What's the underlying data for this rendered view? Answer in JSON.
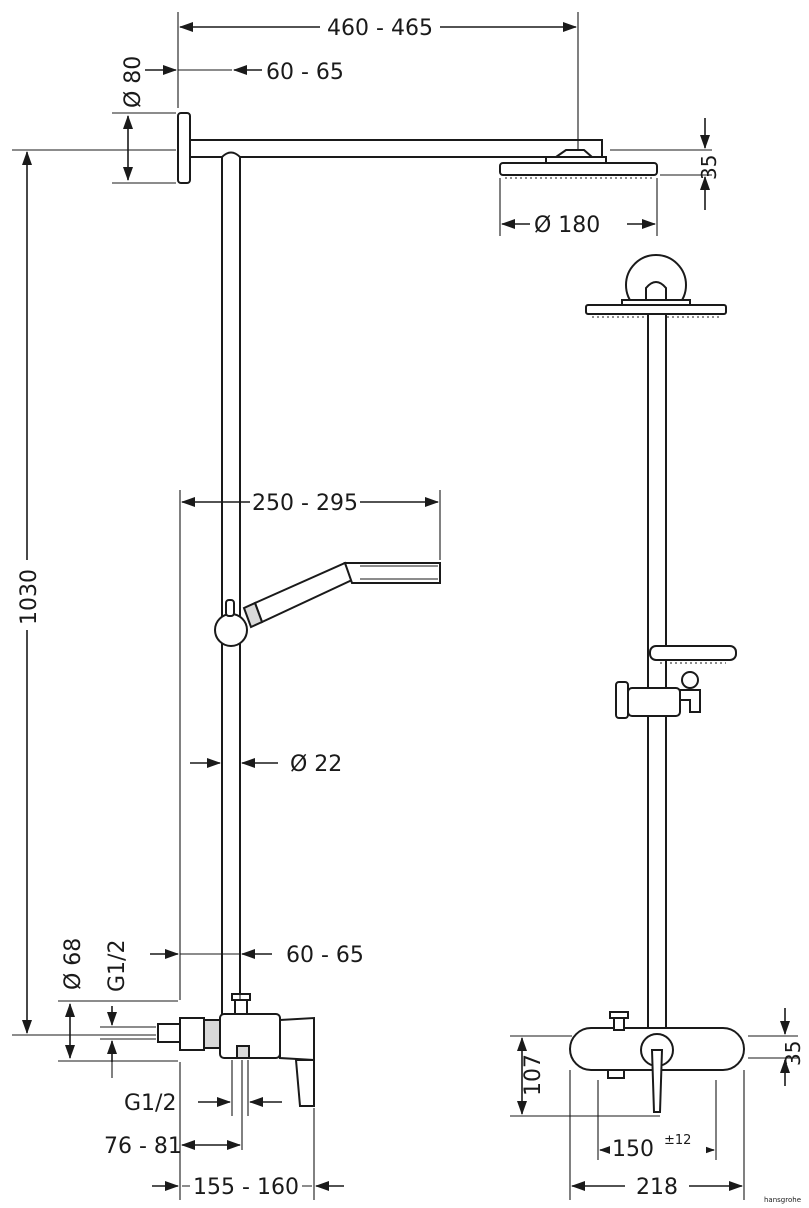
{
  "dimensions": {
    "arm_reach": "460 - 465",
    "arm_offset_top": "60 - 65",
    "flange_diameter": "Ø 80",
    "overhead_height": "35",
    "overhead_diameter": "Ø  180",
    "total_height": "1030",
    "handshower_reach": "250 - 295",
    "rail_diameter": "Ø  22",
    "rail_offset_bottom": "60 - 65",
    "escutcheon_diameter": "Ø 68",
    "thread_left": "G1/2",
    "thread_bottom": "G1/2",
    "mixer_depth_inner": "76 - 81",
    "mixer_depth_outer": "155 - 160",
    "mixer_height": "107",
    "mixer_top_offset": "35",
    "centres": "150",
    "centres_tolerance": "±12",
    "mixer_width": "218"
  },
  "watermark": "hansgrohe"
}
